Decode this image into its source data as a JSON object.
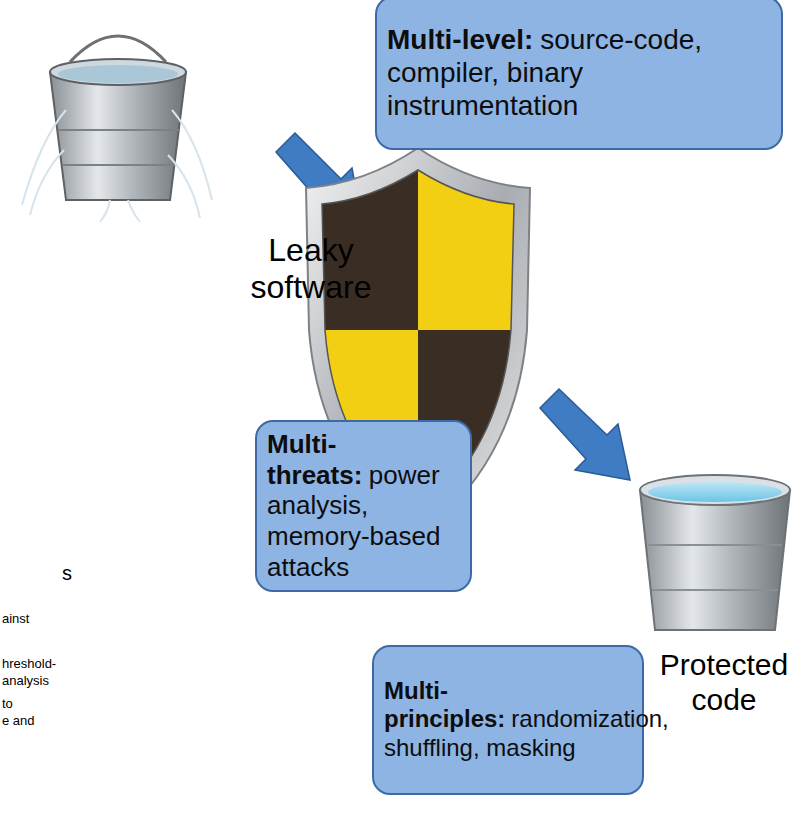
{
  "diagram": {
    "nodes": [
      {
        "text": [
          "Multi-level:",
          "source-code, compiler, binary instrumentation"
        ]
      },
      {
        "text": [
          "Multi-threats:",
          "power analysis, memory-based attacks"
        ]
      },
      {
        "text": [
          "Multi-principles:",
          "randomization, shuffling, masking"
        ]
      }
    ],
    "labels": [
      "Leaky software",
      "Protected code",
      "s",
      "ainst",
      "hreshold-",
      "analysis",
      "to",
      "e and"
    ]
  }
}
